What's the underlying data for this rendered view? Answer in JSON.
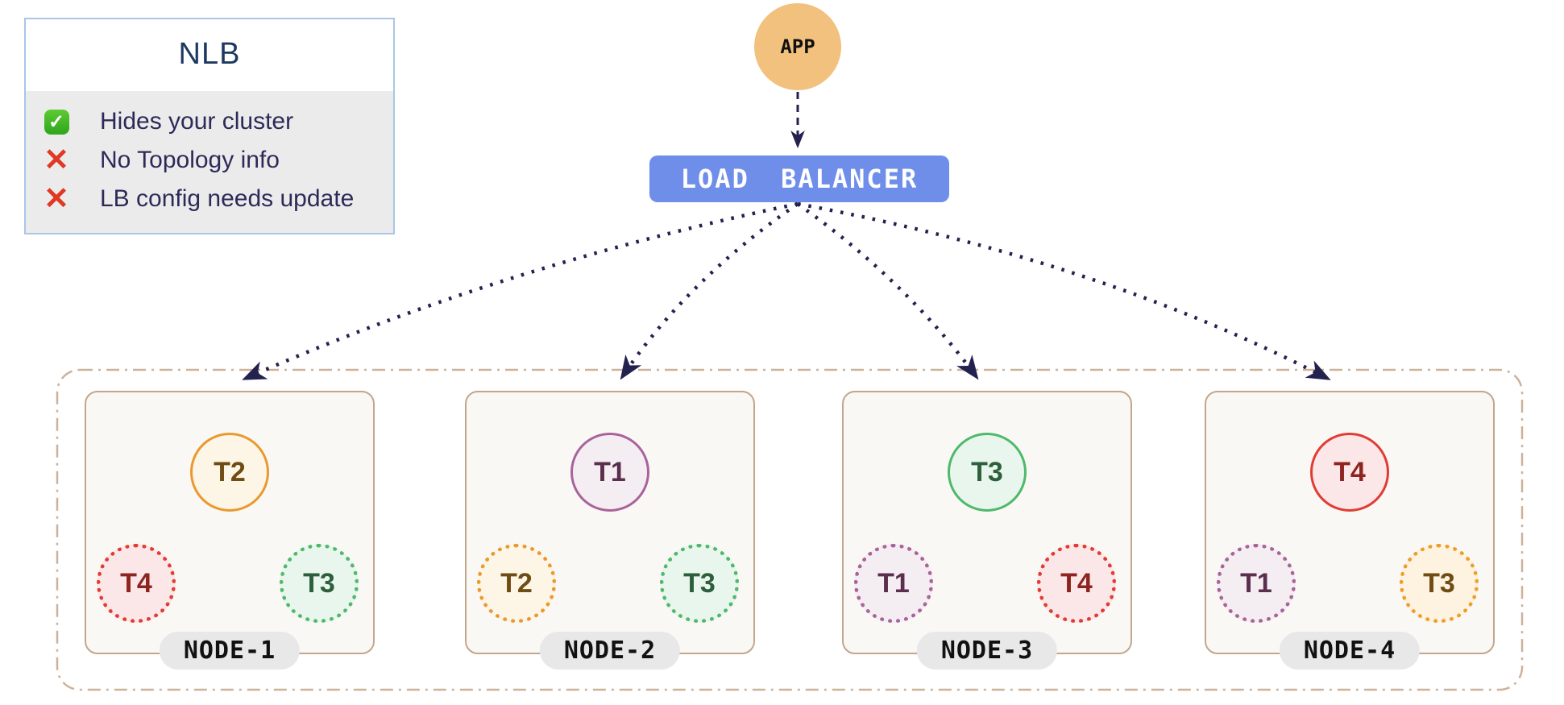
{
  "legend": {
    "title": "NLB",
    "items": [
      {
        "icon": "check-icon",
        "glyph": "✓",
        "text": "Hides your cluster"
      },
      {
        "icon": "cross-icon",
        "glyph": "✕",
        "text": "No Topology info"
      },
      {
        "icon": "cross-icon",
        "glyph": "✕",
        "text": "LB config needs update"
      }
    ]
  },
  "app": {
    "label": "APP"
  },
  "load_balancer": {
    "label": "LOAD BALANCER"
  },
  "cluster": {
    "nodes": [
      {
        "label": "NODE-1",
        "main": {
          "label": "T2",
          "kind": "t2-solid"
        },
        "left": {
          "label": "T4",
          "kind": "t4-dotted"
        },
        "right": {
          "label": "T3",
          "kind": "t3g-dotted"
        }
      },
      {
        "label": "NODE-2",
        "main": {
          "label": "T1",
          "kind": "t1-solid"
        },
        "left": {
          "label": "T2",
          "kind": "t2-dotted"
        },
        "right": {
          "label": "T3",
          "kind": "t3g-dotted"
        }
      },
      {
        "label": "NODE-3",
        "main": {
          "label": "T3",
          "kind": "t3g-solid"
        },
        "left": {
          "label": "T1",
          "kind": "t1-dotted"
        },
        "right": {
          "label": "T4",
          "kind": "t4-dotted"
        }
      },
      {
        "label": "NODE-4",
        "main": {
          "label": "T4",
          "kind": "t4-solid"
        },
        "left": {
          "label": "T1",
          "kind": "t1-dotted"
        },
        "right": {
          "label": "T3",
          "kind": "t3o-dotted"
        }
      }
    ]
  },
  "colors": {
    "load_balancer_blue": "#6e8ee9",
    "app_orange": "#f1c17d",
    "arrow_navy": "#23224f",
    "legend_border_blue": "#a9c6e8",
    "legend_title_navy": "#1c3a60",
    "legend_text_indigo": "#2e2a58",
    "legend_list_gray": "#ebebeb",
    "check_green": "#3db529",
    "cross_red": "#df3823",
    "node_border_tan": "#c3a68c",
    "node_bg": "#faf8f5",
    "cluster_dash_tan": "#cdb199",
    "tier1_plum": "#a9639a",
    "tier2_orange": "#e9992f",
    "tier3_green": "#4eb96b",
    "tier4_red": "#e23b33"
  }
}
